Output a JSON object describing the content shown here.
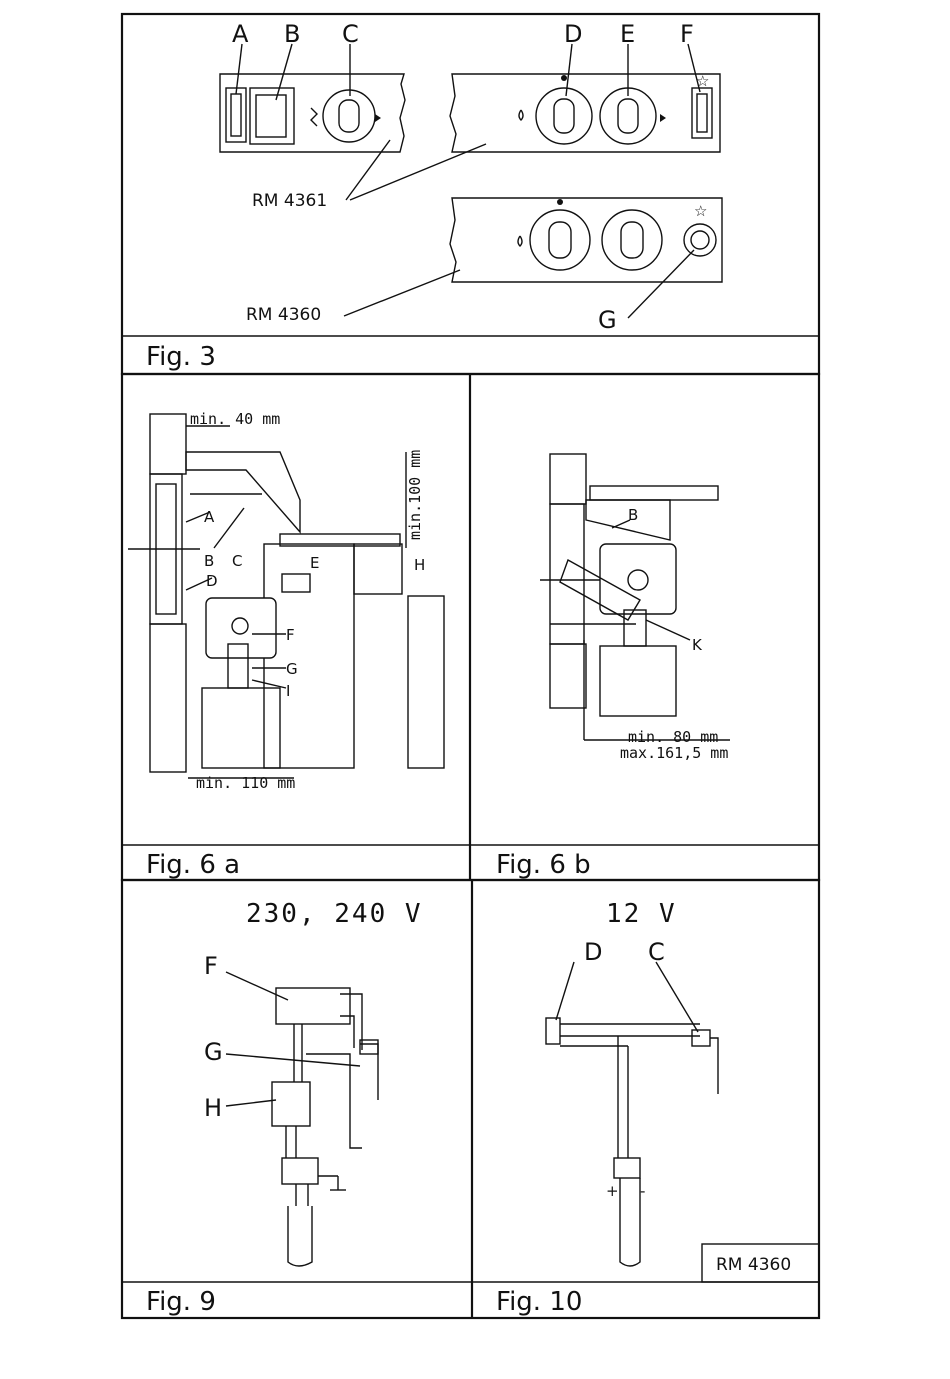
{
  "figures": {
    "fig3": {
      "caption": "Fig. 3",
      "markers": [
        "A",
        "B",
        "C",
        "D",
        "E",
        "F",
        "G"
      ],
      "models": [
        "RM 4361",
        "RM 4360"
      ]
    },
    "fig6a": {
      "caption": "Fig. 6 a",
      "dimensions": [
        "min. 40 mm",
        "min.100 mm",
        "min. 110 mm"
      ],
      "markers": [
        "A",
        "B",
        "C",
        "D",
        "E",
        "F",
        "G",
        "H",
        "I"
      ]
    },
    "fig6b": {
      "caption": "Fig. 6 b",
      "dimensions": [
        "min. 80 mm",
        "max.161,5 mm"
      ],
      "markers": [
        "B",
        "K"
      ]
    },
    "fig9": {
      "caption": "Fig. 9",
      "voltage": "230, 240 V",
      "markers": [
        "F",
        "G",
        "H"
      ]
    },
    "fig10": {
      "caption": "Fig. 10",
      "voltage": "12 V",
      "markers": [
        "D",
        "C"
      ],
      "polarity": [
        "+",
        "-"
      ],
      "model_box": "RM 4360"
    }
  }
}
